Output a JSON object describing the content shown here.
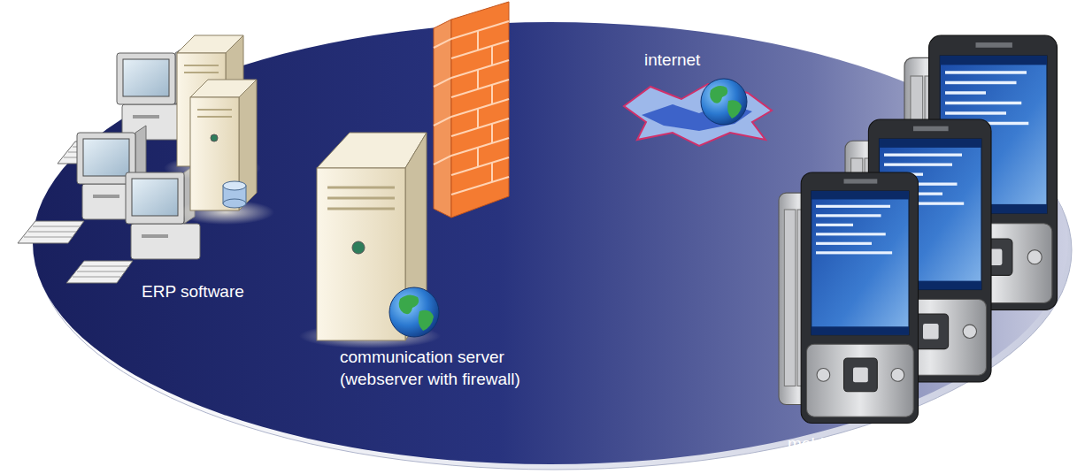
{
  "diagram": {
    "labels": [
      "ERP software",
      "communication server (webserver with firewall)",
      "internet",
      "mobile user"
    ]
  }
}
